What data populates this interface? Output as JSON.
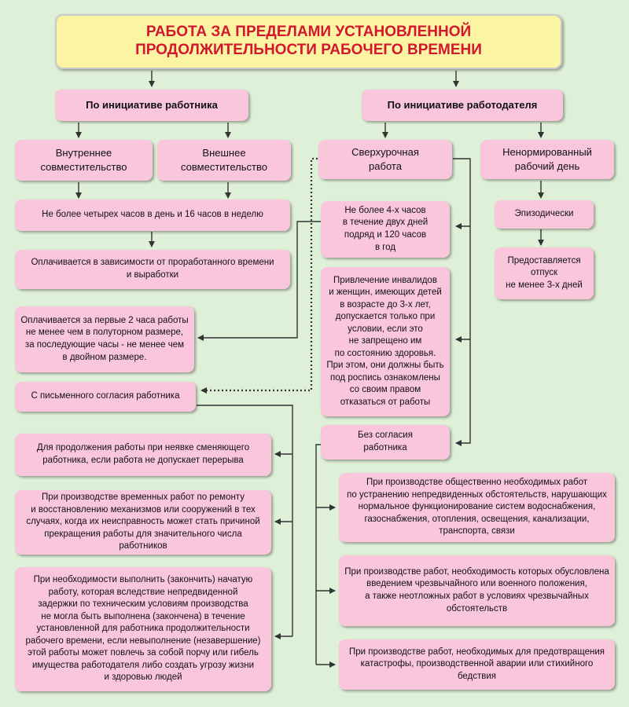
{
  "title": "РАБОТА ЗА ПРЕДЕЛАМИ УСТАНОВЛЕННОЙ\nПРОДОЛЖИТЕЛЬНОСТИ РАБОЧЕГО ВРЕМЕНИ",
  "left": {
    "header": "По инициативе работника",
    "internal": "Внутреннее\nсовместительство",
    "external": "Внешнее\nсовместительство",
    "limit": "Не более четырех часов в день и 16 часов в неделю",
    "pay": "Оплачивается в зависимости от проработанного времени\nи выработки"
  },
  "right": {
    "header": "По инициативе работодателя",
    "overtime": "Сверхурочная\nработа",
    "irregular": "Ненормированный\nрабочий день",
    "overtime_limit": "Не более 4-х часов\nв течение двух дней\nподряд и 120 часов\nв год",
    "restriction": "Привлечение инвалидов\nи женщин, имеющих детей\nв возрасте до 3-х лет,\nдопускается только при\nусловии, если это\nне запрещено им\nпо состоянию здоровья.\nПри этом, они должны быть\nпод роспись ознакомлены\nсо своим правом\nотказаться от работы",
    "episodic": "Эпизодически",
    "leave": "Предоставляется\nотпуск\nне менее 3-х дней",
    "without_consent": "Без согласия\nработника",
    "no1": "При производстве общественно необходимых работ\nпо устранению непредвиденных обстоятельств, нарушающих\nнормальное функционирование систем водоснабжения,\nгазоснабжения, отопления, освещения, канализации,\nтранспорта, связи",
    "no2": "При производстве работ, необходимость которых обусловлена\nвведением чрезвычайного или военного положения,\nа также неотложных работ в условиях чрезвычайных\nобстоятельств",
    "no3": "При производстве работ, необходимых для предотвращения\nкатастрофы, производственной аварии или стихийного\nбедствия"
  },
  "overtime_pay": "Оплачивается за первые 2 часа работы\nне менее чем в полуторном размере,\nза последующие часы - не менее чем\nв двойном размере.",
  "written_consent": "С письменного согласия работника",
  "consent_cases": {
    "c1": "Для продолжения работы при неявке сменяющего\nработника, если работа не допускает перерыва",
    "c2": "При производстве временных работ по ремонту\nи восстановлению механизмов или сооружений в тех\nслучаях, когда их неисправность может стать причиной\nпрекращения работы для значительного числа работников",
    "c3": "При необходимости выполнить (закончить) начатую\nработу, которая вследствие непредвиденной\nзадержки по техническим условиям производства\nне могла быть выполнена (закончена) в течение\nустановленной для работника продолжительности\nрабочего времени, если невыполнение (незавершение)\nэтой работы может повлечь за собой порчу или гибель\nимущества работодателя  либо создать угрозу жизни\nи здоровью людей"
  },
  "colors": {
    "background": "#dff0d8",
    "box": "#f9c6dc",
    "title_fill": "#fbf5a3",
    "title_text": "#d3172e",
    "line": "#333333"
  }
}
